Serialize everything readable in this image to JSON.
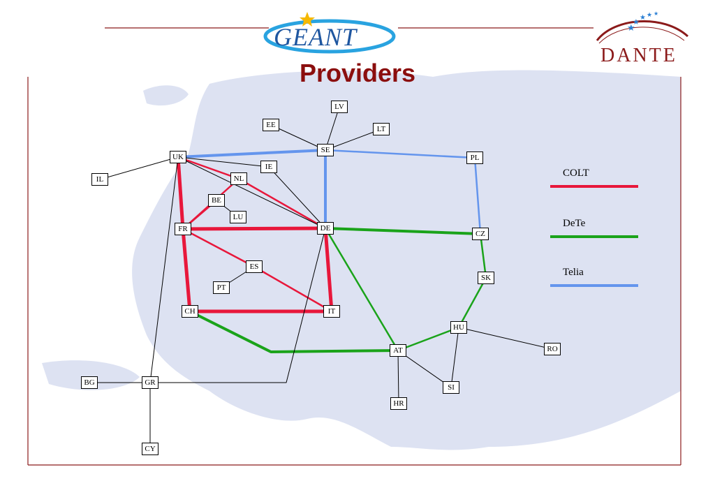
{
  "header": {
    "logo_left": "GEANT",
    "logo_right": "DANTE",
    "title": "Providers"
  },
  "nodes": [
    {
      "id": "LV",
      "label": "LV"
    },
    {
      "id": "EE",
      "label": "EE"
    },
    {
      "id": "LT",
      "label": "LT"
    },
    {
      "id": "SE",
      "label": "SE"
    },
    {
      "id": "UK",
      "label": "UK"
    },
    {
      "id": "IE",
      "label": "IE"
    },
    {
      "id": "PL",
      "label": "PL"
    },
    {
      "id": "IL",
      "label": "IL"
    },
    {
      "id": "NL",
      "label": "NL"
    },
    {
      "id": "BE",
      "label": "BE"
    },
    {
      "id": "LU",
      "label": "LU"
    },
    {
      "id": "FR",
      "label": "FR"
    },
    {
      "id": "DE",
      "label": "DE"
    },
    {
      "id": "CZ",
      "label": "CZ"
    },
    {
      "id": "ES",
      "label": "ES"
    },
    {
      "id": "PT",
      "label": "PT"
    },
    {
      "id": "SK",
      "label": "SK"
    },
    {
      "id": "CH",
      "label": "CH"
    },
    {
      "id": "IT",
      "label": "IT"
    },
    {
      "id": "HU",
      "label": "HU"
    },
    {
      "id": "AT",
      "label": "AT"
    },
    {
      "id": "RO",
      "label": "RO"
    },
    {
      "id": "BG",
      "label": "BG"
    },
    {
      "id": "GR",
      "label": "GR"
    },
    {
      "id": "SI",
      "label": "SI"
    },
    {
      "id": "HR",
      "label": "HR"
    },
    {
      "id": "CY",
      "label": "CY"
    }
  ],
  "links": [
    {
      "from": "UK",
      "to": "FR",
      "provider": "COLT"
    },
    {
      "from": "UK",
      "to": "NL",
      "provider": "COLT"
    },
    {
      "from": "NL",
      "to": "DE",
      "provider": "COLT"
    },
    {
      "from": "FR",
      "to": "DE",
      "provider": "COLT"
    },
    {
      "from": "FR",
      "to": "CH",
      "provider": "COLT"
    },
    {
      "from": "FR",
      "to": "ES",
      "provider": "COLT"
    },
    {
      "from": "ES",
      "to": "IT",
      "provider": "COLT"
    },
    {
      "from": "CH",
      "to": "IT",
      "provider": "COLT"
    },
    {
      "from": "DE",
      "to": "IT",
      "provider": "COLT"
    },
    {
      "from": "FR",
      "to": "BE",
      "provider": "COLT"
    },
    {
      "from": "FR",
      "to": "NL",
      "provider": "COLT"
    },
    {
      "from": "UK",
      "to": "SE",
      "provider": "Telia"
    },
    {
      "from": "SE",
      "to": "DE",
      "provider": "Telia"
    },
    {
      "from": "SE",
      "to": "PL",
      "provider": "Telia"
    },
    {
      "from": "PL",
      "to": "CZ",
      "provider": "Telia"
    },
    {
      "from": "DE",
      "to": "CZ",
      "provider": "DeTe"
    },
    {
      "from": "DE",
      "to": "AT",
      "provider": "DeTe"
    },
    {
      "from": "CH",
      "to": "AT",
      "provider": "DeTe"
    },
    {
      "from": "CZ",
      "to": "SK",
      "provider": "DeTe"
    },
    {
      "from": "SK",
      "to": "HU",
      "provider": "DeTe"
    },
    {
      "from": "HU",
      "to": "AT",
      "provider": "DeTe"
    },
    {
      "from": "EE",
      "to": "SE",
      "provider": "other"
    },
    {
      "from": "LV",
      "to": "SE",
      "provider": "other"
    },
    {
      "from": "LT",
      "to": "SE",
      "provider": "other"
    },
    {
      "from": "UK",
      "to": "IE",
      "provider": "other"
    },
    {
      "from": "IE",
      "to": "DE",
      "provider": "other"
    },
    {
      "from": "UK",
      "to": "IL",
      "provider": "other"
    },
    {
      "from": "UK",
      "to": "DE",
      "provider": "other"
    },
    {
      "from": "BE",
      "to": "LU",
      "provider": "other"
    },
    {
      "from": "ES",
      "to": "PT",
      "provider": "other"
    },
    {
      "from": "UK",
      "to": "GR",
      "provider": "other"
    },
    {
      "from": "BG",
      "to": "GR",
      "provider": "other"
    },
    {
      "from": "GR",
      "to": "CY",
      "provider": "other"
    },
    {
      "from": "GR",
      "to": "DE",
      "provider": "other"
    },
    {
      "from": "HU",
      "to": "RO",
      "provider": "other"
    },
    {
      "from": "HU",
      "to": "SI",
      "provider": "other"
    },
    {
      "from": "AT",
      "to": "SI",
      "provider": "other"
    },
    {
      "from": "AT",
      "to": "HR",
      "provider": "other"
    }
  ],
  "legend": [
    {
      "label": "COLT",
      "color": "#e8173b"
    },
    {
      "label": "DeTe",
      "color": "#1aa31a"
    },
    {
      "label": "Telia",
      "color": "#6495ed"
    }
  ],
  "colors": {
    "COLT": "#e8173b",
    "DeTe": "#1aa31a",
    "Telia": "#6495ed",
    "other": "#000000",
    "frame": "#8b1a1a",
    "map": "#dde2f2"
  }
}
